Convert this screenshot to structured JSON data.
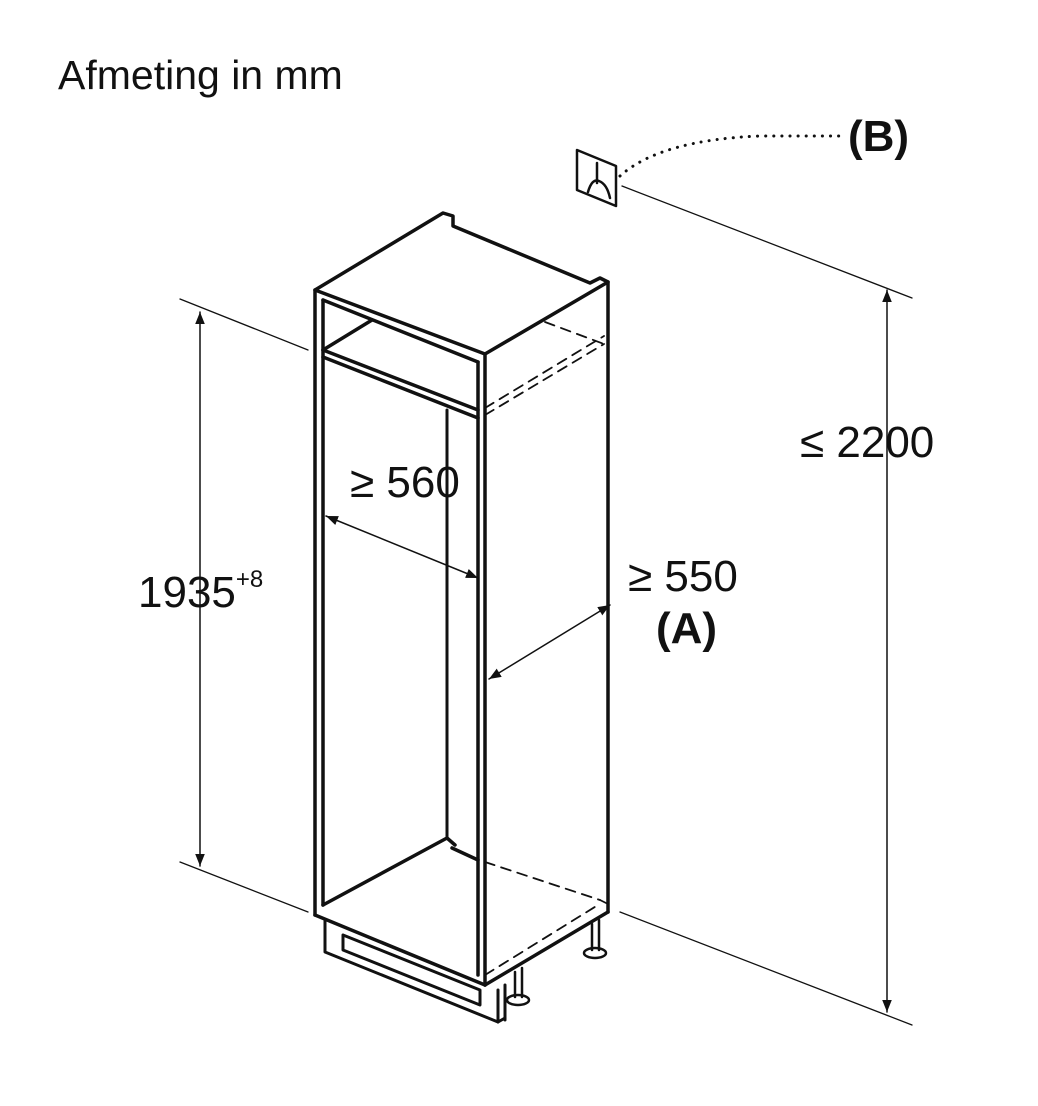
{
  "title": "Afmeting in mm",
  "dimensions": {
    "height_niche": "1935",
    "height_niche_tolerance": "+8",
    "width_niche": "≥ 560",
    "depth_niche": "≥ 550",
    "depth_label": "(A)",
    "max_socket_height": "≤ 2200",
    "socket_label": "(B)"
  },
  "icons": [
    "socket-icon"
  ]
}
